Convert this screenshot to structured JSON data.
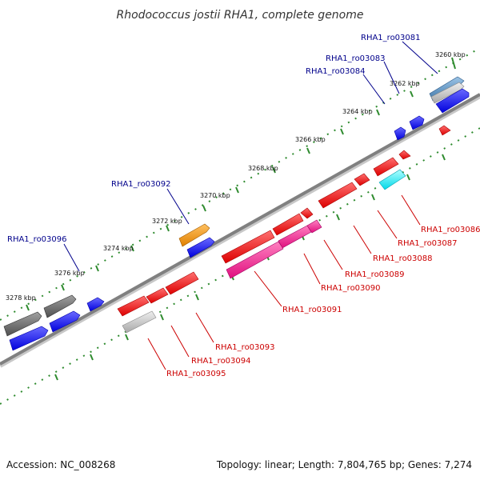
{
  "title": "Rhodococcus jostii RHA1, complete genome",
  "footer": {
    "accession": "Accession: NC_008268",
    "summary": "Topology: linear; Length: 7,804,765 bp; Genes: 7,274"
  },
  "colors": {
    "background": "#ffffff",
    "backbone": "#808080",
    "tick_marks": "#2e8b2e",
    "forward_label": "#00008b",
    "reverse_label": "#cc0000",
    "blue_feature": "#0000ee",
    "red_feature": "#ee0000",
    "magenta_feature": "#ee1493",
    "gray_feature": "#666666",
    "light_gray_feature": "#bbbbbb",
    "orange_feature": "#ee8800",
    "cyan_feature": "#00eeee",
    "steel_blue_feature": "#4682b4"
  },
  "ruler": {
    "unit": "kbp",
    "labels": [
      "3260 kbp",
      "3262 kbp",
      "3264 kbp",
      "3266 kbp",
      "3268 kbp",
      "3270 kbp",
      "3272 kbp",
      "3274 kbp",
      "3276 kbp",
      "3278 kbp"
    ]
  },
  "labels": {
    "forward": [
      "RHA1_ro03081",
      "RHA1_ro03083",
      "RHA1_ro03084",
      "RHA1_ro03092",
      "RHA1_ro03096"
    ],
    "reverse": [
      "RHA1_ro03086",
      "RHA1_ro03087",
      "RHA1_ro03088",
      "RHA1_ro03089",
      "RHA1_ro03090",
      "RHA1_ro03091",
      "RHA1_ro03093",
      "RHA1_ro03094",
      "RHA1_ro03095"
    ]
  }
}
